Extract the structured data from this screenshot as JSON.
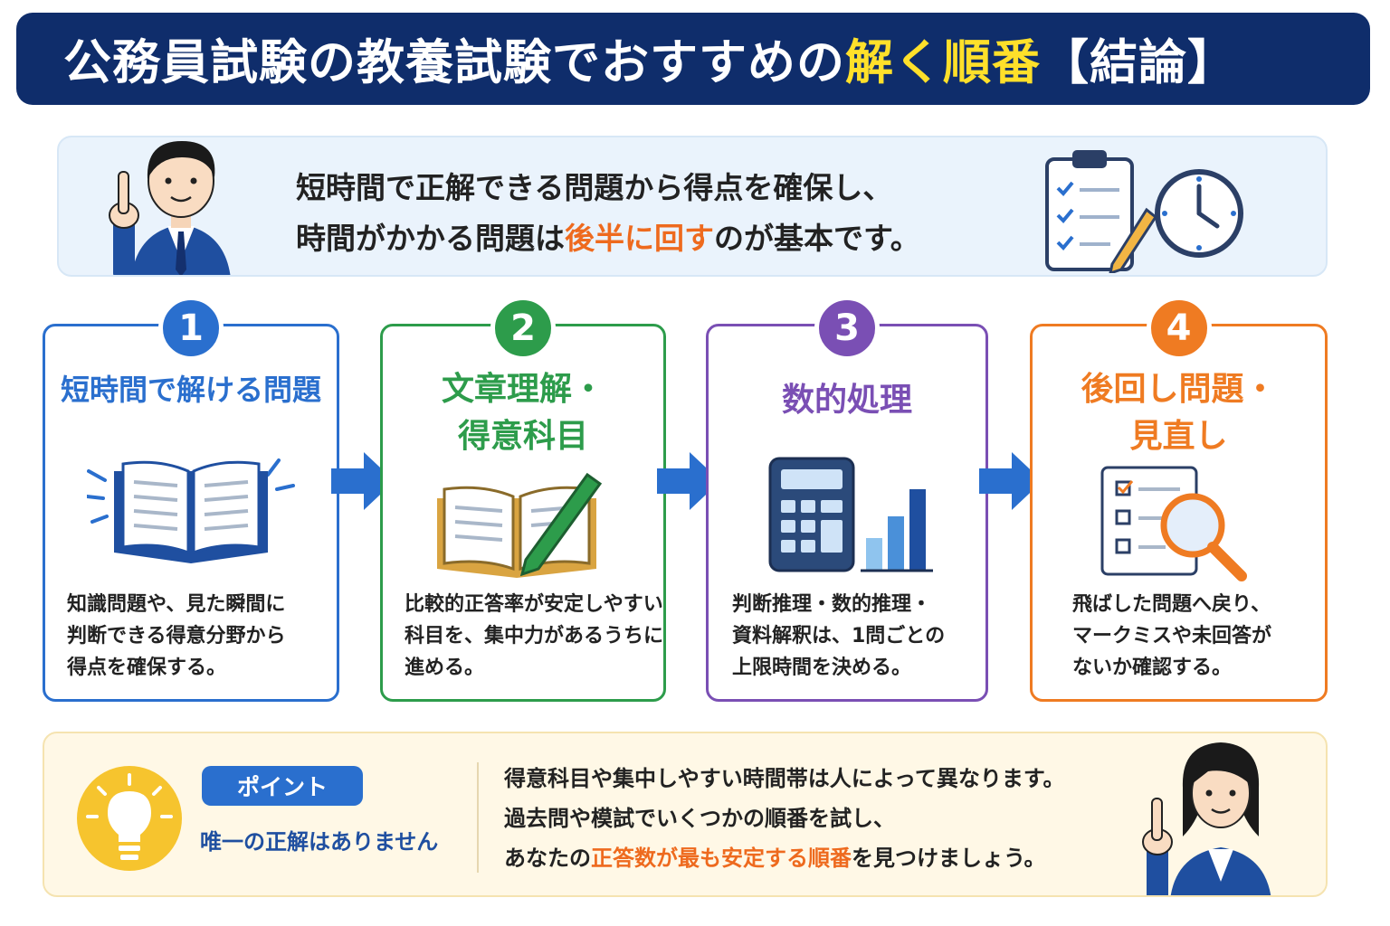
{
  "title": {
    "part1": "公務員試験の教養試験でおすすめの",
    "highlight": "解く順番",
    "part2": "【結論】"
  },
  "intro": {
    "line1": "短時間で正解できる問題から得点を確保し、",
    "line2_pre": "時間がかかる問題は",
    "line2_highlight": "後半に回す",
    "line2_post": "のが基本です。"
  },
  "steps": [
    {
      "number": "1",
      "title": [
        "短時間で解ける問題"
      ],
      "icon": "open-book-icon",
      "color": "#2a6fce",
      "desc": [
        "知識問題や、見た瞬間に",
        "判断できる得意分野から",
        "得点を確保する。"
      ]
    },
    {
      "number": "2",
      "title": [
        "文章理解・",
        "得意科目"
      ],
      "icon": "book-pencil-icon",
      "color": "#2d9c4b",
      "desc": [
        "比較的正答率が安定しやすい",
        "科目を、集中力があるうちに",
        "進める。"
      ]
    },
    {
      "number": "3",
      "title": [
        "数的処理"
      ],
      "icon": "calculator-chart-icon",
      "color": "#7a4fb4",
      "desc": [
        "判断推理・数的推理・",
        "資料解釈は、1問ごとの",
        "上限時間を決める。"
      ]
    },
    {
      "number": "4",
      "title": [
        "後回し問題・",
        "見直し"
      ],
      "icon": "checklist-magnifier-icon",
      "color": "#ef7b22",
      "desc": [
        "飛ばした問題へ戻り、",
        "マークミスや未回答が",
        "ないか確認する。"
      ]
    }
  ],
  "point": {
    "label": "ポイント",
    "subtitle": "唯一の正解はありません",
    "line1": "得意科目や集中しやすい時間帯は人によって異なります。",
    "line2": "過去問や模試でいくつかの順番を試し、",
    "line3_pre": "あなたの",
    "line3_highlight": "正答数が最も安定する順番",
    "line3_post": "を見つけましょう。"
  },
  "colors": {
    "navy": "#0f2d6b",
    "yellow_highlight": "#ffe02a",
    "orange_highlight": "#ee6a1e",
    "blue": "#2a6fce"
  }
}
